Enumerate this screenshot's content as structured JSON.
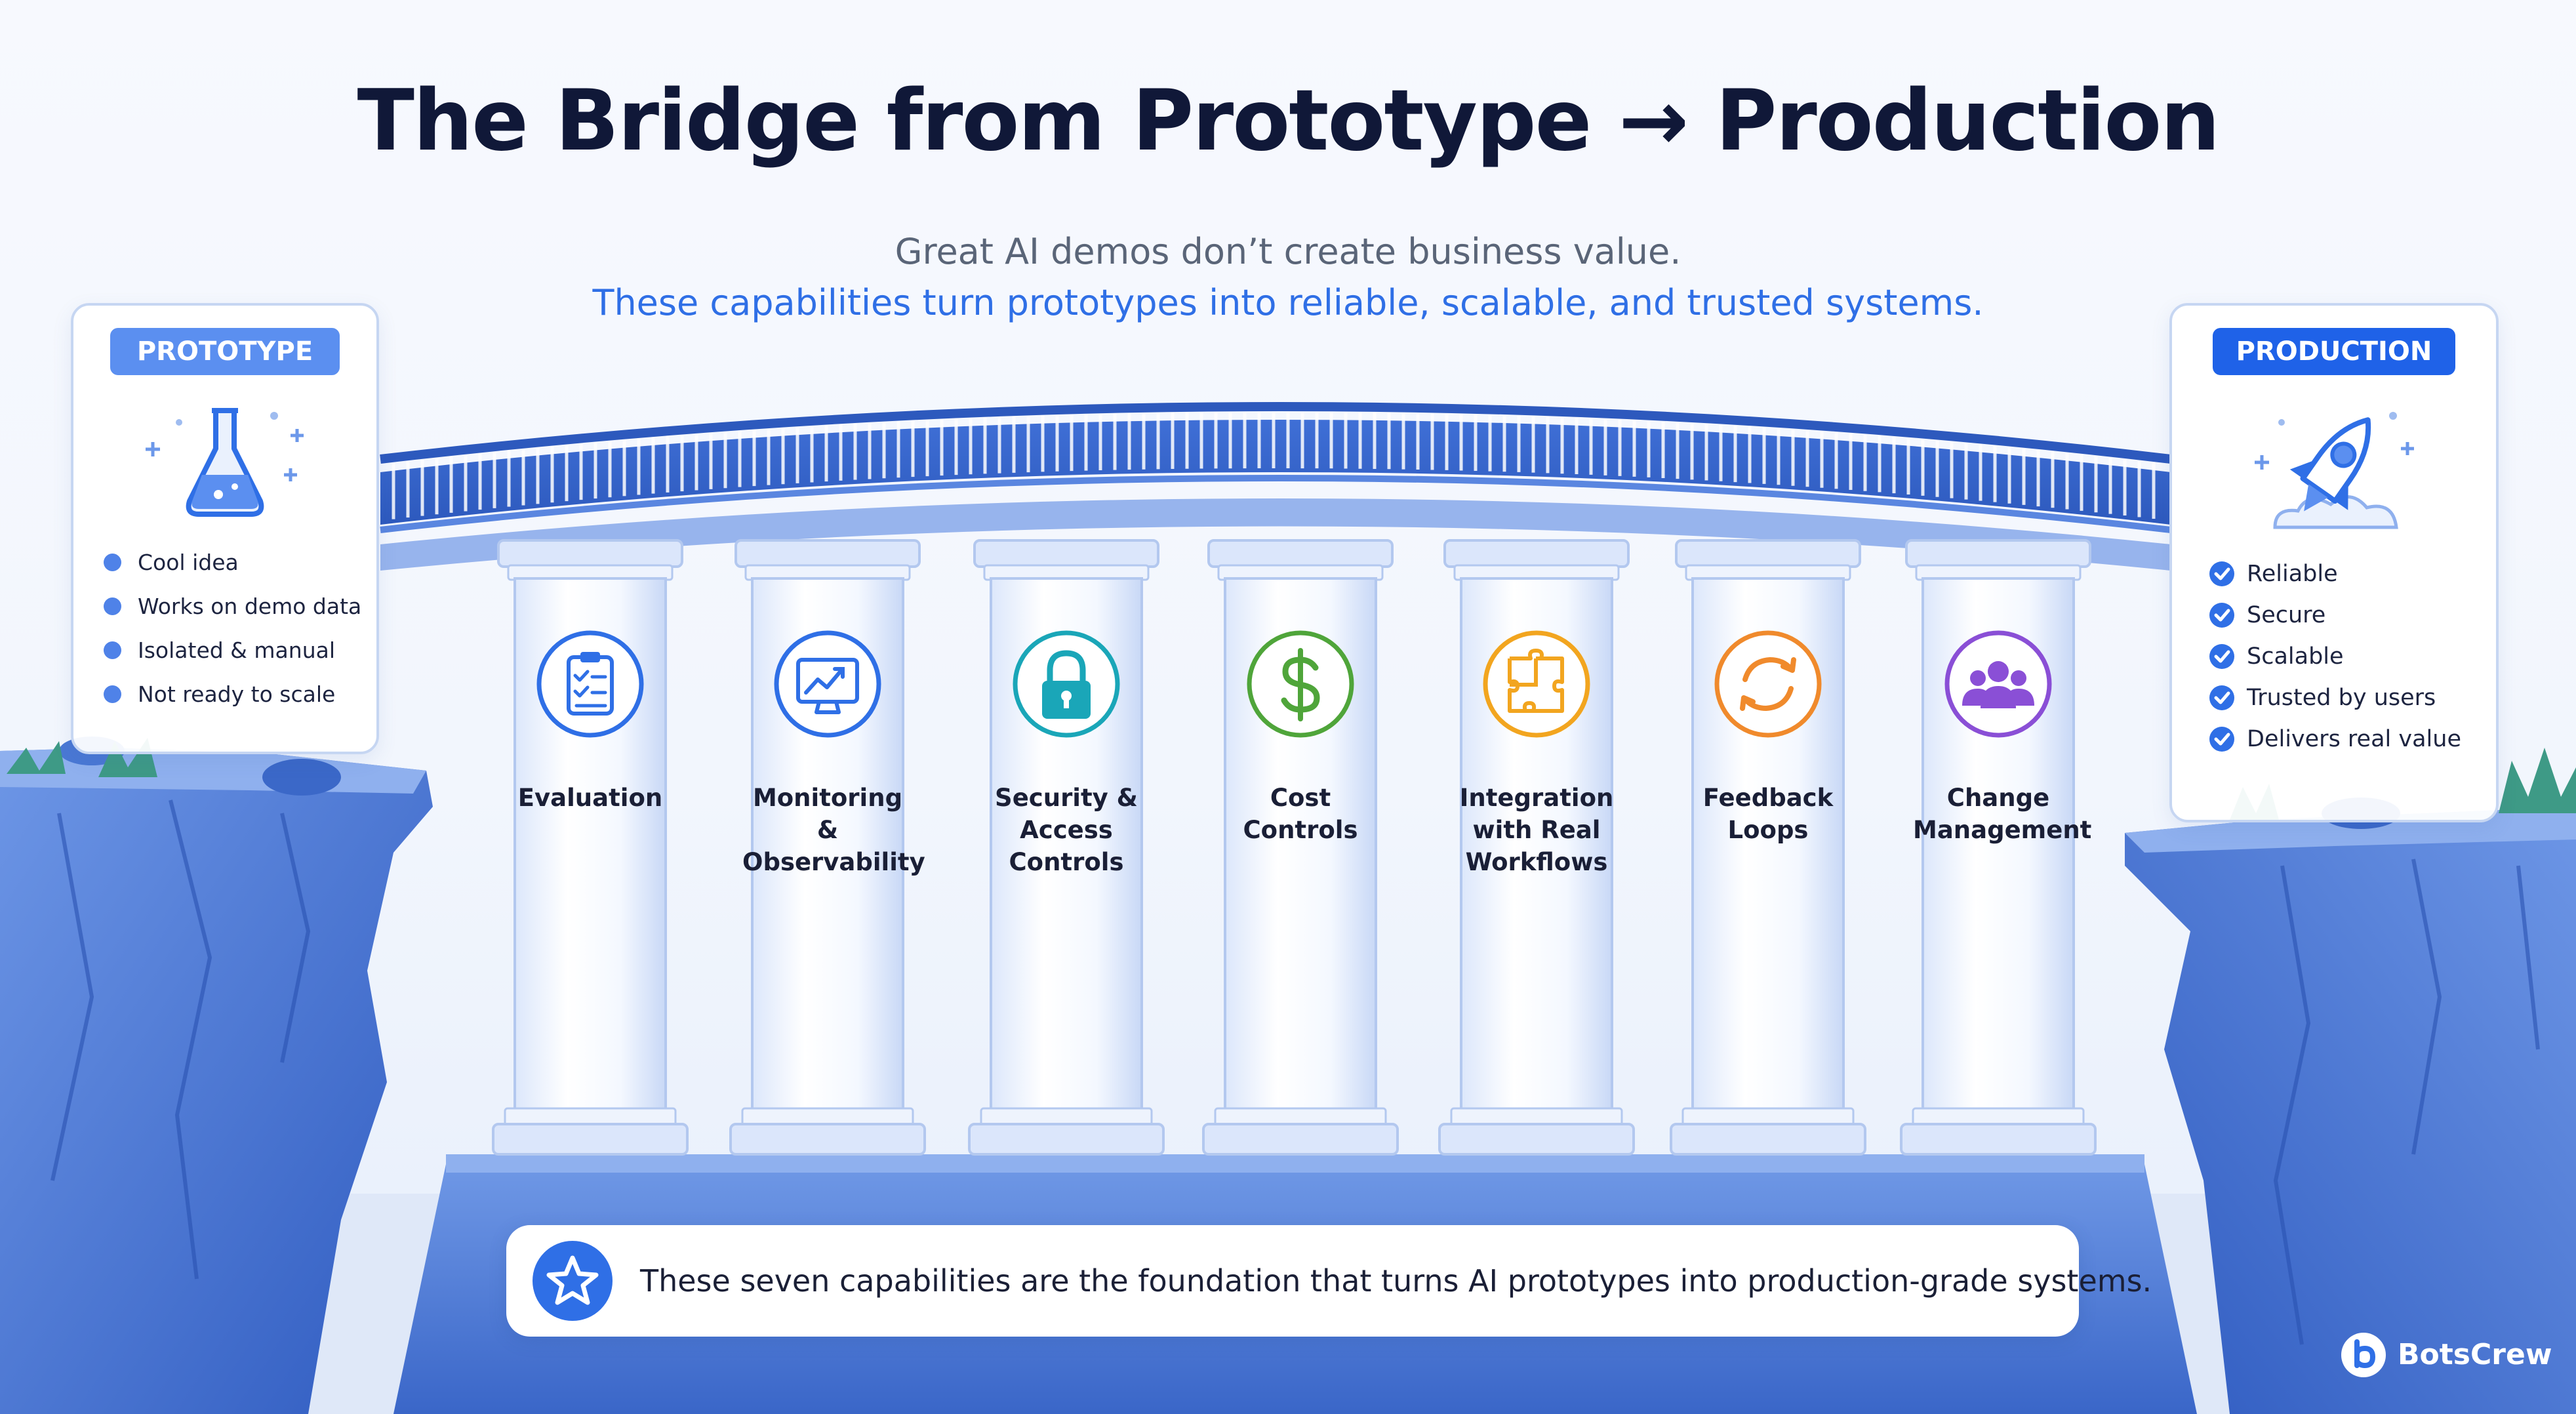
{
  "title": "The Bridge from Prototype → Production",
  "subtitle_line1": "Great AI demos don’t create business value.",
  "subtitle_line2": "These capabilities turn prototypes into reliable, scalable, and trusted systems.",
  "prototype": {
    "badge": "PROTOTYPE",
    "icon": "flask-icon",
    "items": [
      "Cool idea",
      "Works on demo data",
      "Isolated & manual",
      "Not ready to scale"
    ]
  },
  "production": {
    "badge": "PRODUCTION",
    "icon": "rocket-icon",
    "items": [
      "Reliable",
      "Secure",
      "Scalable",
      "Trusted by users",
      "Delivers real value"
    ]
  },
  "pillars": [
    {
      "label": "Evaluation",
      "icon": "clipboard-checklist-icon",
      "color": "#2f6fe6"
    },
    {
      "label": "Monitoring & Observability",
      "icon": "monitor-chart-icon",
      "color": "#2f6fe6"
    },
    {
      "label": "Security & Access Controls",
      "icon": "padlock-icon",
      "color": "#1aa6b8"
    },
    {
      "label": "Cost Controls",
      "icon": "dollar-icon",
      "color": "#4fa53a"
    },
    {
      "label": "Integration with Real Workflows",
      "icon": "puzzle-icon",
      "color": "#f2a51f"
    },
    {
      "label": "Feedback Loops",
      "icon": "refresh-cycle-icon",
      "color": "#f08a2c"
    },
    {
      "label": "Change Management",
      "icon": "people-group-icon",
      "color": "#8a4fd6"
    }
  ],
  "banner": {
    "text": "These seven capabilities are the foundation that turns AI prototypes into production-grade systems.",
    "icon": "star-icon"
  },
  "logo": {
    "text": "BotsCrew",
    "icon": "botscrew-logo-icon"
  },
  "colors": {
    "accent_blue": "#2f6fe6",
    "title": "#101838",
    "cliff": "#4a78d4"
  }
}
